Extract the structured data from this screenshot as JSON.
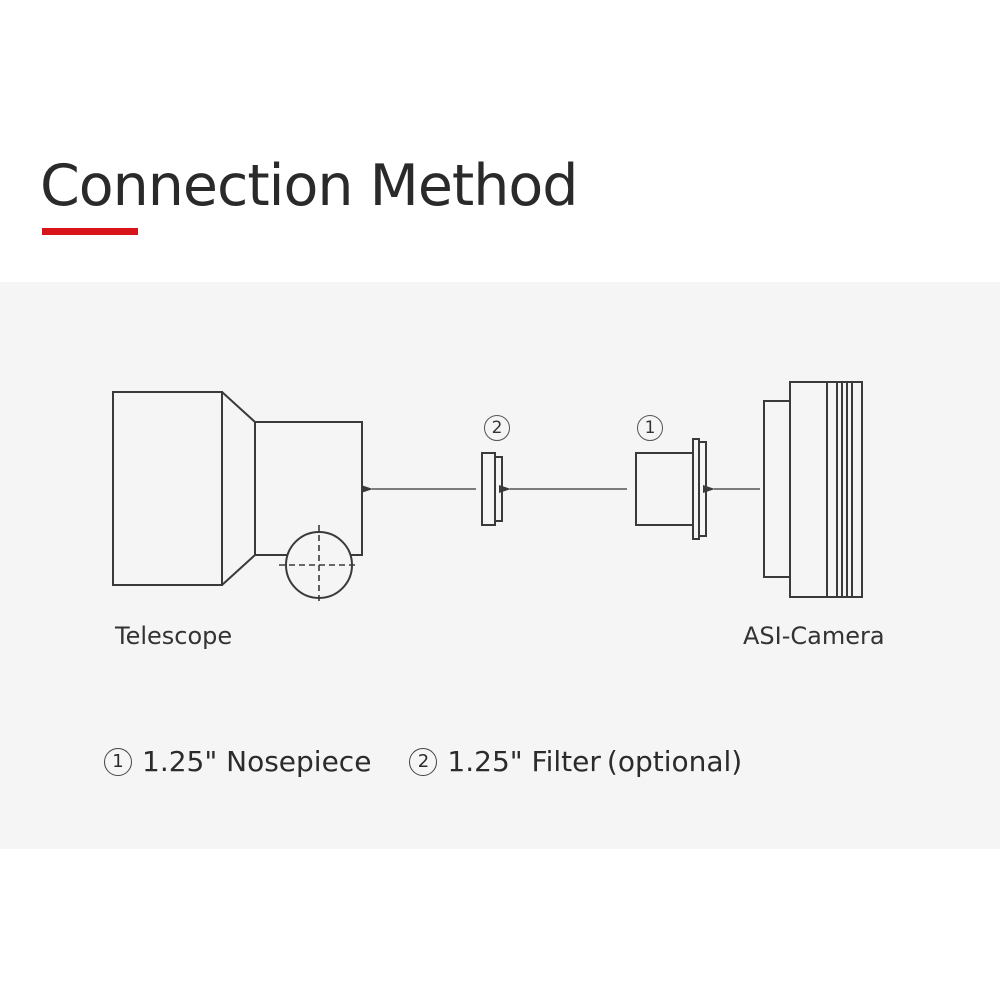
{
  "header": {
    "title": "Connection Method",
    "underline_color": "#d7141a"
  },
  "panel": {
    "background": "#f5f5f5"
  },
  "diagram": {
    "stroke_color": "#3a3a3a",
    "arrow_color": "#555555",
    "parts": [
      {
        "id": "telescope",
        "label": "Telescope"
      },
      {
        "id": "filter",
        "marker": "2"
      },
      {
        "id": "nosepiece",
        "marker": "1"
      },
      {
        "id": "camera",
        "label": "ASI-Camera"
      }
    ],
    "markers": {
      "filter": "2",
      "nosepiece": "1"
    },
    "labels": {
      "telescope": "Telescope",
      "camera": "ASI-Camera"
    }
  },
  "legend": {
    "items": [
      {
        "num": "1",
        "text": "1.25\" Nosepiece",
        "note": ""
      },
      {
        "num": "2",
        "text": "1.25\" Filter",
        "note": "(optional)"
      }
    ]
  }
}
